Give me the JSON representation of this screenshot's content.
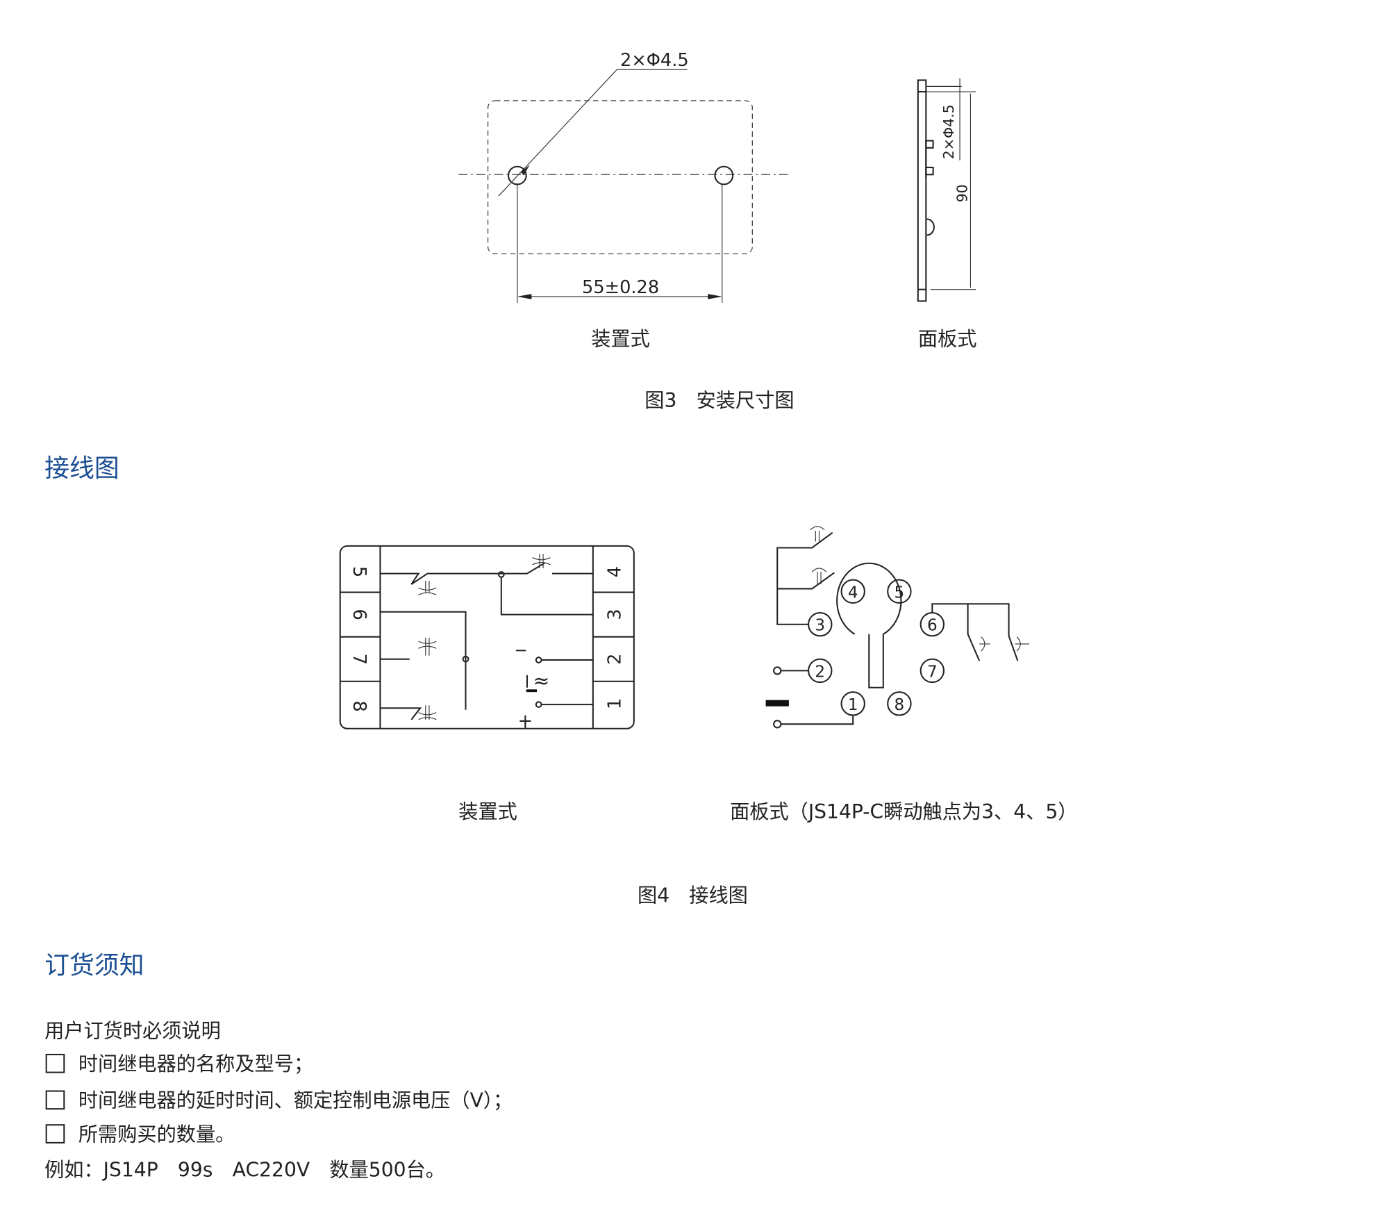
{
  "fig3": {
    "hole_label": "2×Φ4.5",
    "spacing_label": "55±0.28",
    "side_hole_label": "2×Φ4.5",
    "side_height_label": "90",
    "label_device": "装置式",
    "label_panel": "面板式",
    "caption": "图3　安装尺寸图"
  },
  "section_wiring": {
    "title": "接线图"
  },
  "fig4": {
    "left_terminals": [
      "5",
      "6",
      "7",
      "8"
    ],
    "right_terminals": [
      "4",
      "3",
      "2",
      "1"
    ],
    "minus": "−",
    "plus": "+",
    "ac_symbol": "≈",
    "socket_pins": [
      "1",
      "2",
      "3",
      "4",
      "5",
      "6",
      "7",
      "8"
    ],
    "label_device": "装置式",
    "label_panel": "面板式（JS14P-C瞬动触点为3、4、5）",
    "caption": "图4　接线图"
  },
  "section_order": {
    "title": "订货须知",
    "intro": "用户订货时必须说明",
    "items": [
      "时间继电器的名称及型号；",
      "时间继电器的延时时间、额定控制电源电压（V）；",
      "所需购买的数量。"
    ],
    "example": "例如：JS14P　99s　AC220V　数量500台。"
  },
  "colors": {
    "heading": "#1b4f93",
    "text": "#222222"
  }
}
